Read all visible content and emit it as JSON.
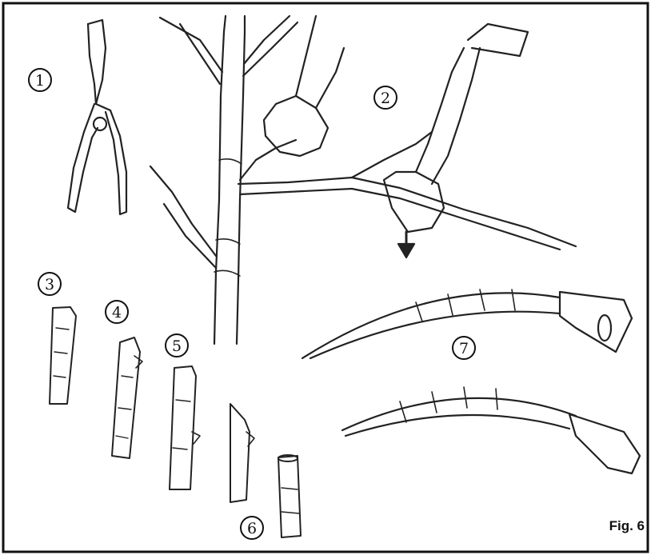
{
  "figure": {
    "caption": "Fig. 6",
    "labels": [
      "1",
      "2",
      "3",
      "4",
      "5",
      "6",
      "7"
    ],
    "icons": {
      "shears": "pruning-shears-icon",
      "tree": "tree-pruning-illustration",
      "saw": "pruning-saw-icon"
    }
  }
}
